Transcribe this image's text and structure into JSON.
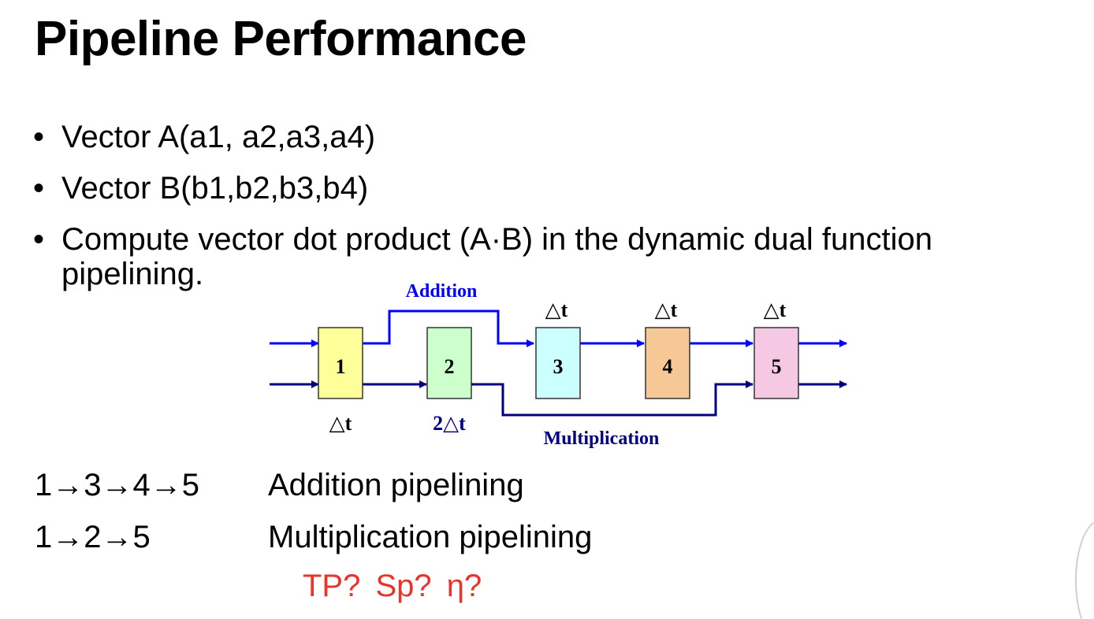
{
  "slide": {
    "title": "Pipeline Performance",
    "bullets": [
      {
        "text": "Vector A(a1, a2,a3,a4)"
      },
      {
        "text": "Vector B(b1,b2,b3,b4)"
      },
      {
        "text": "Compute vector dot product (A·B) in the dynamic dual function",
        "continuation": "pipelining."
      }
    ],
    "bullet_symbol": "•",
    "paths": [
      {
        "sequence": "1→3→4→5",
        "label": "Addition pipelining"
      },
      {
        "sequence": "1→2→5",
        "label": "Multiplication pipelining"
      }
    ],
    "question": "TP?  Sp?  η?"
  },
  "diagram": {
    "addition_label": "Addition",
    "multiplication_label": "Multiplication",
    "stages": [
      {
        "id": "1",
        "time": "△t",
        "fill": "#ffff99"
      },
      {
        "id": "2",
        "time": "2△t",
        "fill": "#ccffcc"
      },
      {
        "id": "3",
        "time": "△t",
        "fill": "#ccffff"
      },
      {
        "id": "4",
        "time": "△t",
        "fill": "#f5c896"
      },
      {
        "id": "5",
        "time": "△t",
        "fill": "#f5c8e4"
      }
    ],
    "colors": {
      "addition": "#0000ff",
      "multiplication": "#000080",
      "question": "#e8342a"
    }
  }
}
